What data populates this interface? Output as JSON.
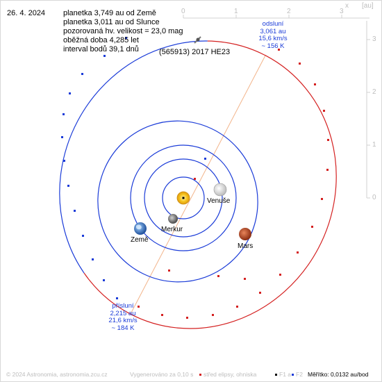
{
  "date": "26. 4. 2024",
  "info_lines": [
    "planetka 3,749 au od Země",
    "planetka 3,011 au od Slunce",
    "pozorovaná hv. velikost = 23,0 mag",
    "oběžná doba 4,285 let",
    "interval bodů 39,1 dnů"
  ],
  "asteroid_name": "(565913) 2017 HE23",
  "aphelion": {
    "title": "odsluní",
    "distance": "3,061 au",
    "speed": "15,6 km/s",
    "temperature": "~ 156 K"
  },
  "perihelion": {
    "title": "přísluní",
    "distance": "2,215 au",
    "speed": "21,6 km/s",
    "temperature": "~ 184 K"
  },
  "planets": {
    "venus": "Venuše",
    "mercury": "Merkur",
    "earth": "Země",
    "mars": "Mars"
  },
  "axes": {
    "top_letter": "x",
    "top_unit": "[au]",
    "top_ticks": [
      "0",
      "1",
      "2",
      "3"
    ],
    "right_ticks": [
      "3",
      "2",
      "1",
      "0"
    ]
  },
  "footer": {
    "copyright": "© 2024 Astronomia, astronomia.zcu.cz",
    "generated": "Vygenerováno za 0,10 s",
    "legend_center": "střed elipsy, ohniska",
    "legend_f1": "F1 a",
    "legend_f2": "F2",
    "scale": "Měřítko: 0,0132 au/bod"
  },
  "colors": {
    "asteroid_orbit_blue": "#1a3bd8",
    "asteroid_orbit_red": "#d42020",
    "planet_orbit": "#1a3bd8",
    "apsis_line": "#f2b48a",
    "footer_text": "#bdbdbd",
    "sun": "#f5c21b"
  },
  "icons": {
    "sun": "sun-icon",
    "venus": "venus-icon",
    "mercury": "mercury-icon",
    "earth": "earth-icon",
    "mars": "mars-icon",
    "asteroid": "asteroid-marker-icon"
  }
}
